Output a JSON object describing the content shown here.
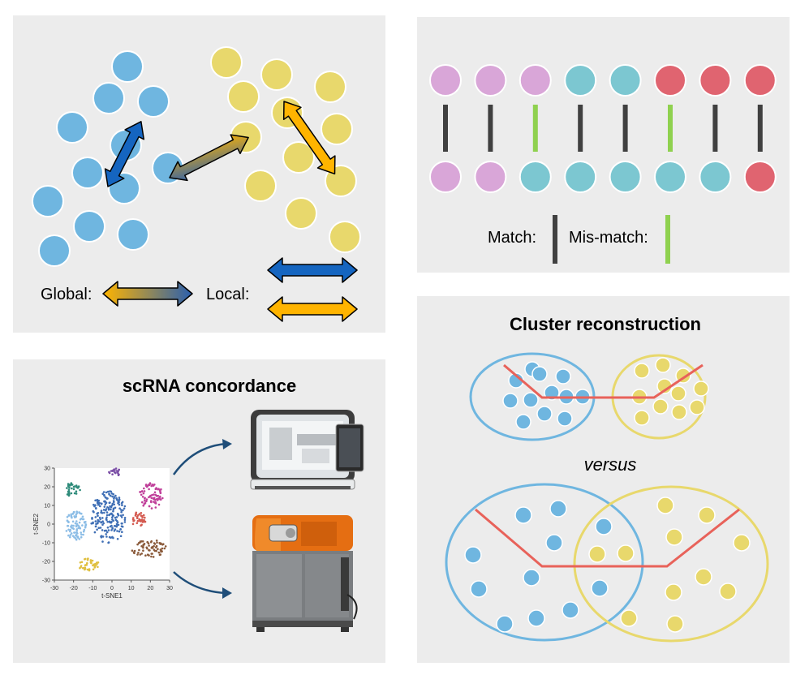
{
  "panel_global_local": {
    "global_label": "Global:",
    "local_label": "Local:",
    "colors": {
      "blue": "#6fb6e0",
      "yellow": "#e8d86c",
      "arrow_blue": "#1565c0",
      "arrow_orange": "#ffb400"
    }
  },
  "panel_match": {
    "match_label": "Match:",
    "mismatch_label": "Mis-match:",
    "top_row": [
      "pink",
      "pink",
      "pink",
      "teal",
      "teal",
      "red",
      "red",
      "red"
    ],
    "bottom_row": [
      "pink",
      "pink",
      "teal",
      "teal",
      "teal",
      "teal",
      "teal",
      "red"
    ],
    "links": [
      "match",
      "match",
      "mismatch",
      "match",
      "match",
      "mismatch",
      "match",
      "match"
    ],
    "colors": {
      "pink": "#d9a6d8",
      "teal": "#7cc7d1",
      "red": "#e06470",
      "match": "#404040",
      "mismatch": "#8fd14f"
    }
  },
  "panel_scrna": {
    "title": "scRNA concordance",
    "xlabel": "t-SNE1",
    "ylabel": "t-SNE2",
    "xticks": [
      "-30",
      "-20",
      "-10",
      "0",
      "10",
      "20",
      "30"
    ],
    "yticks": [
      "30",
      "20",
      "10",
      "0",
      "-10",
      "-20",
      "-30"
    ]
  },
  "panel_cluster": {
    "title": "Cluster reconstruction",
    "versus": "versus",
    "colors": {
      "blue": "#6fb6e0",
      "yellow": "#e8d86c",
      "line": "#e8625a"
    }
  }
}
